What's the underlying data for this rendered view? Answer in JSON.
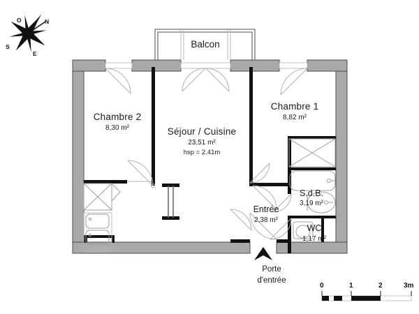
{
  "document": {
    "type": "floor-plan",
    "language": "fr",
    "title": "Plan d'appartement"
  },
  "compass": {
    "name": "rose-des-vents",
    "labels": {
      "north": "N",
      "east": "E",
      "south": "S",
      "west": "O"
    },
    "rotation_deg": 35
  },
  "balcony": {
    "label": "Balcon"
  },
  "rooms": [
    {
      "key": "chambre2",
      "name": "Chambre 2",
      "area": "8,30 m²",
      "hsp": ""
    },
    {
      "key": "sejour",
      "name": "Séjour / Cuisine",
      "area": "23,51 m²",
      "hsp": "hsp = 2.41m"
    },
    {
      "key": "chambre1",
      "name": "Chambre 1",
      "area": "8,82 m²",
      "hsp": ""
    },
    {
      "key": "sdb",
      "name": "S.d.B.",
      "area": "3,19 m²",
      "hsp": ""
    },
    {
      "key": "entree",
      "name": "Entrée",
      "area": "2,38 m²",
      "hsp": ""
    },
    {
      "key": "wc",
      "name": "WC",
      "area": "1,17 m²",
      "hsp": ""
    }
  ],
  "entrance": {
    "line1": "Porte",
    "line2": "d'entrée",
    "marker": "up-arrow"
  },
  "scale_bar": {
    "ticks": [
      "0",
      "1",
      "2",
      "3m"
    ],
    "unit": "m"
  },
  "colors": {
    "wall_fill": "#a9a9a9",
    "wall_stroke": "#3d3d3d",
    "interior_wall": "#111111",
    "fixture_stroke": "#9b9b9b",
    "text": "#1a1a1a",
    "background": "#ffffff"
  }
}
